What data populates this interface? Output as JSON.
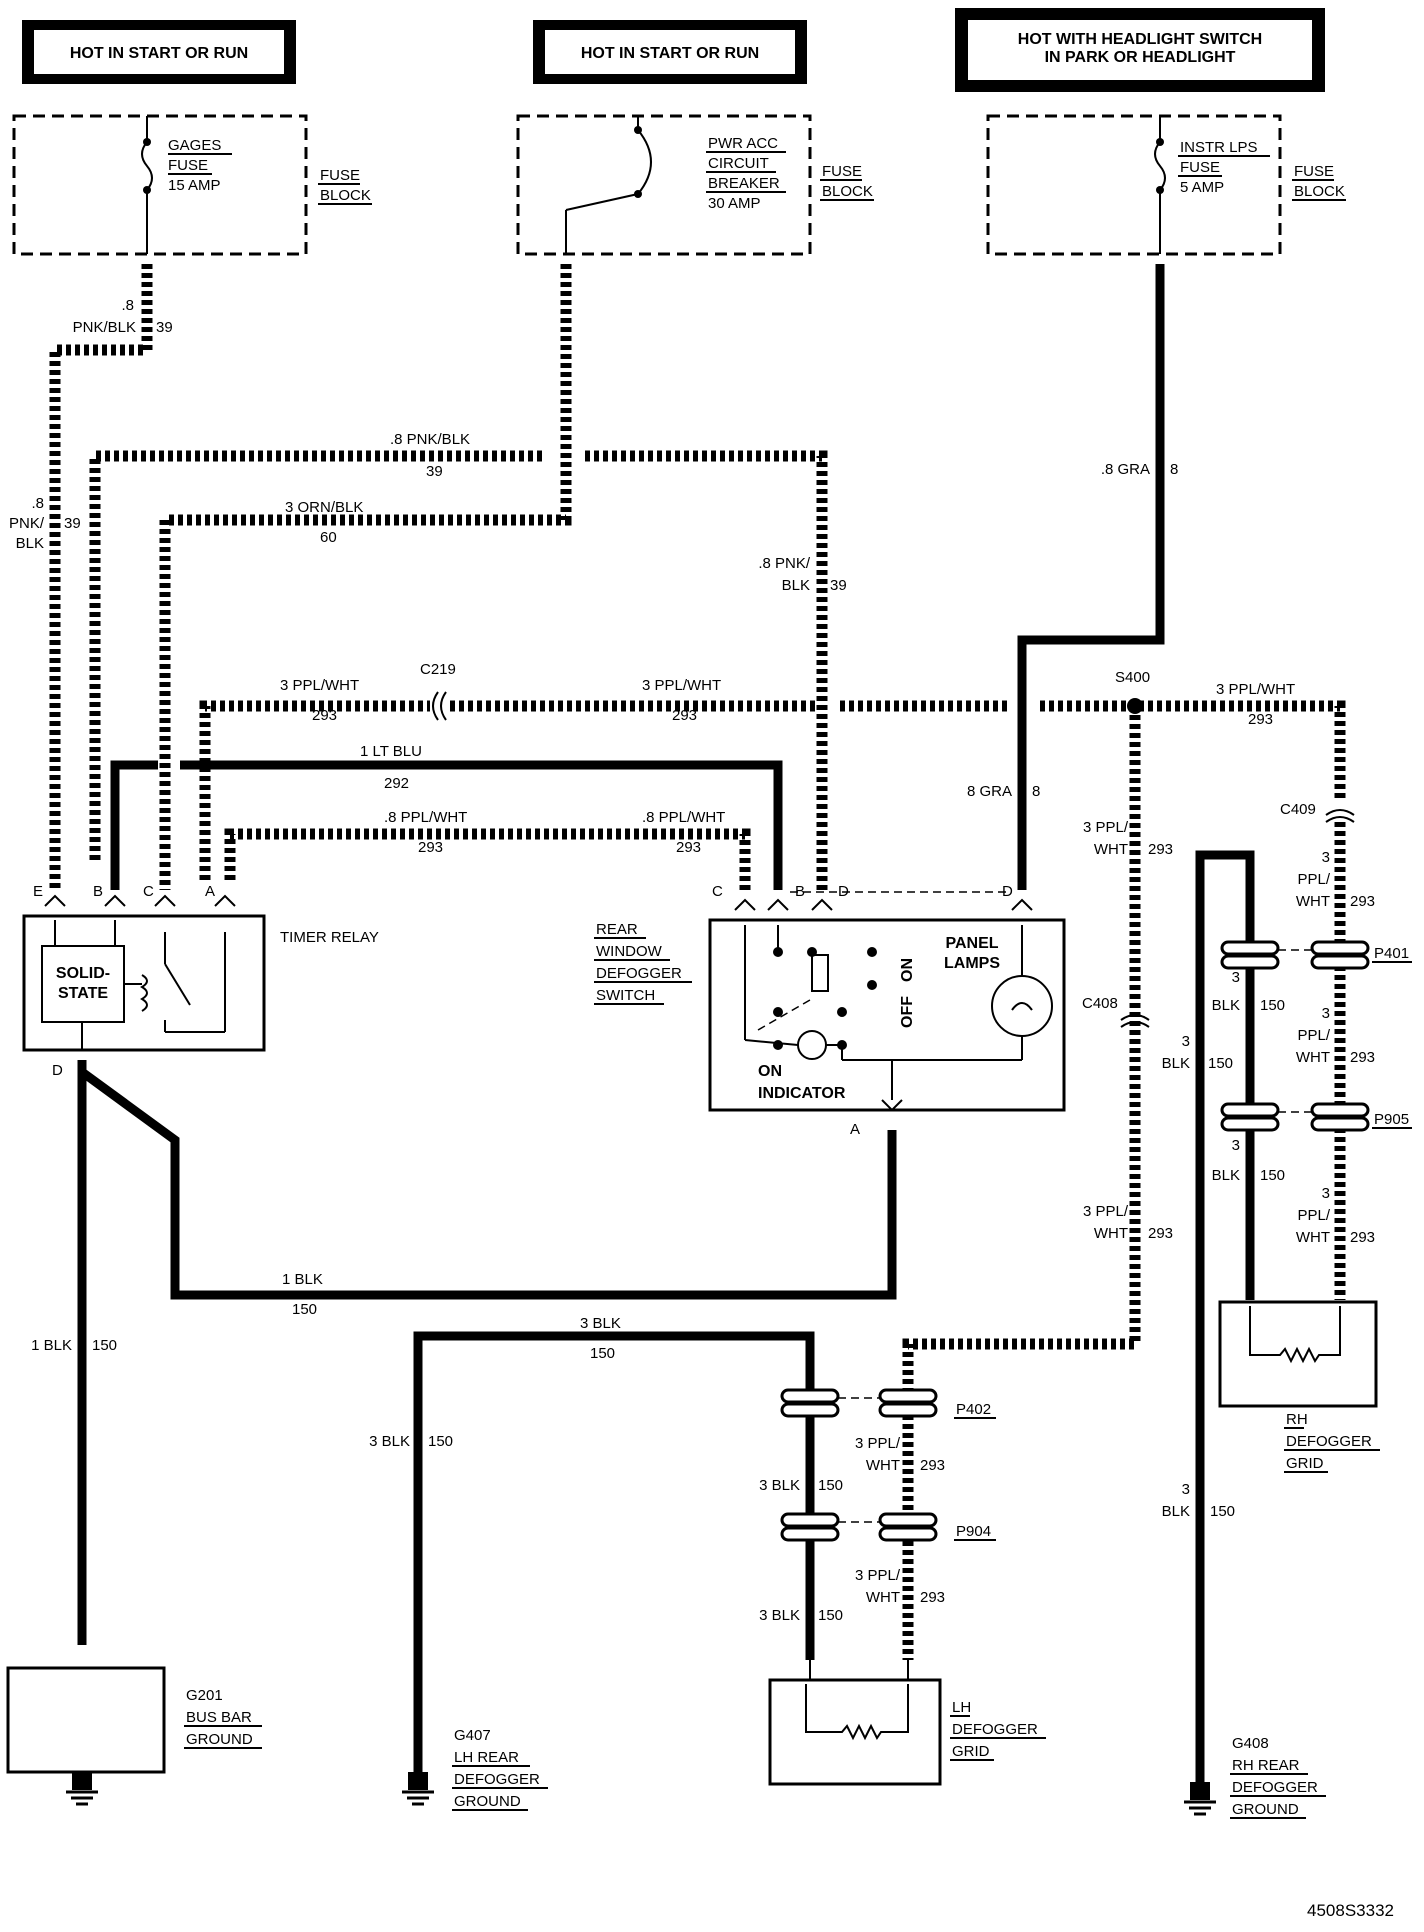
{
  "power_labels": {
    "hot1": "HOT IN START OR RUN",
    "hot2": "HOT IN START OR RUN",
    "hot3_line1": "HOT WITH HEADLIGHT SWITCH",
    "hot3_line2": "IN PARK OR HEADLIGHT"
  },
  "fuses": {
    "gages_l1": "GAGES",
    "gages_l2": "FUSE",
    "gages_l3": "15 AMP",
    "pwr_l1": "PWR ACC",
    "pwr_l2": "CIRCUIT",
    "pwr_l3": "BREAKER",
    "pwr_l4": "30 AMP",
    "instr_l1": "INSTR LPS",
    "instr_l2": "FUSE",
    "instr_l3": "5 AMP",
    "fb_l1": "FUSE",
    "fb_l2": "BLOCK"
  },
  "wires": {
    "w_08": ".8",
    "w_pnkblk": "PNK/BLK",
    "w_39": "39",
    "w_08pnkblk": ".8 PNK/BLK",
    "w_3ornblk": "3 ORN/BLK",
    "w_60": "60",
    "w_08pnk_": ".8 PNK/",
    "w_blk": "BLK",
    "w_pnk_": "PNK/",
    "w_08gra": ".8 GRA",
    "w_8": "8",
    "w_8gra": "8 GRA",
    "w_3pplwht": "3 PPL/WHT",
    "w_293": "293",
    "w_c219": "C219",
    "w_s400": "S400",
    "w_1ltblu": "1 LT BLU",
    "w_292": "292",
    "w_08pplwht": ".8 PPL/WHT",
    "w_3pplw_": "3 PPL/",
    "w_wht": "WHT",
    "w_3": "3",
    "w_ppl_": "PPL/",
    "w_c409": "C409",
    "w_c408": "C408",
    "w_1blk": "1 BLK",
    "w_150": "150",
    "w_3blk": "3 BLK",
    "w_p401": "P401",
    "w_p905": "P905",
    "w_p402": "P402",
    "w_p904": "P904"
  },
  "pins": {
    "e": "E",
    "b": "B",
    "c": "C",
    "a": "A",
    "d": "D"
  },
  "components": {
    "timer_relay": "TIMER RELAY",
    "solid1": "SOLID-",
    "solid2": "STATE",
    "rear1": "REAR",
    "rear2": "WINDOW",
    "rear3": "DEFOGGER",
    "rear4": "SWITCH",
    "panel1": "PANEL",
    "panel2": "LAMPS",
    "on": "ON",
    "off": "OFF",
    "onind1": "ON",
    "onind2": "INDICATOR",
    "rh1": "RH",
    "rh2": "DEFOGGER",
    "rh3": "GRID",
    "lh1": "LH",
    "lh2": "DEFOGGER",
    "lh3": "GRID",
    "g201_1": "G201",
    "g201_2": "BUS BAR",
    "g201_3": "GROUND",
    "g407_1": "G407",
    "g407_2": "LH REAR",
    "g407_3": "DEFOGGER",
    "g407_4": "GROUND",
    "g408_1": "G408",
    "g408_2": "RH REAR",
    "g408_3": "DEFOGGER",
    "g408_4": "GROUND"
  },
  "figure_id": "4508S3332"
}
